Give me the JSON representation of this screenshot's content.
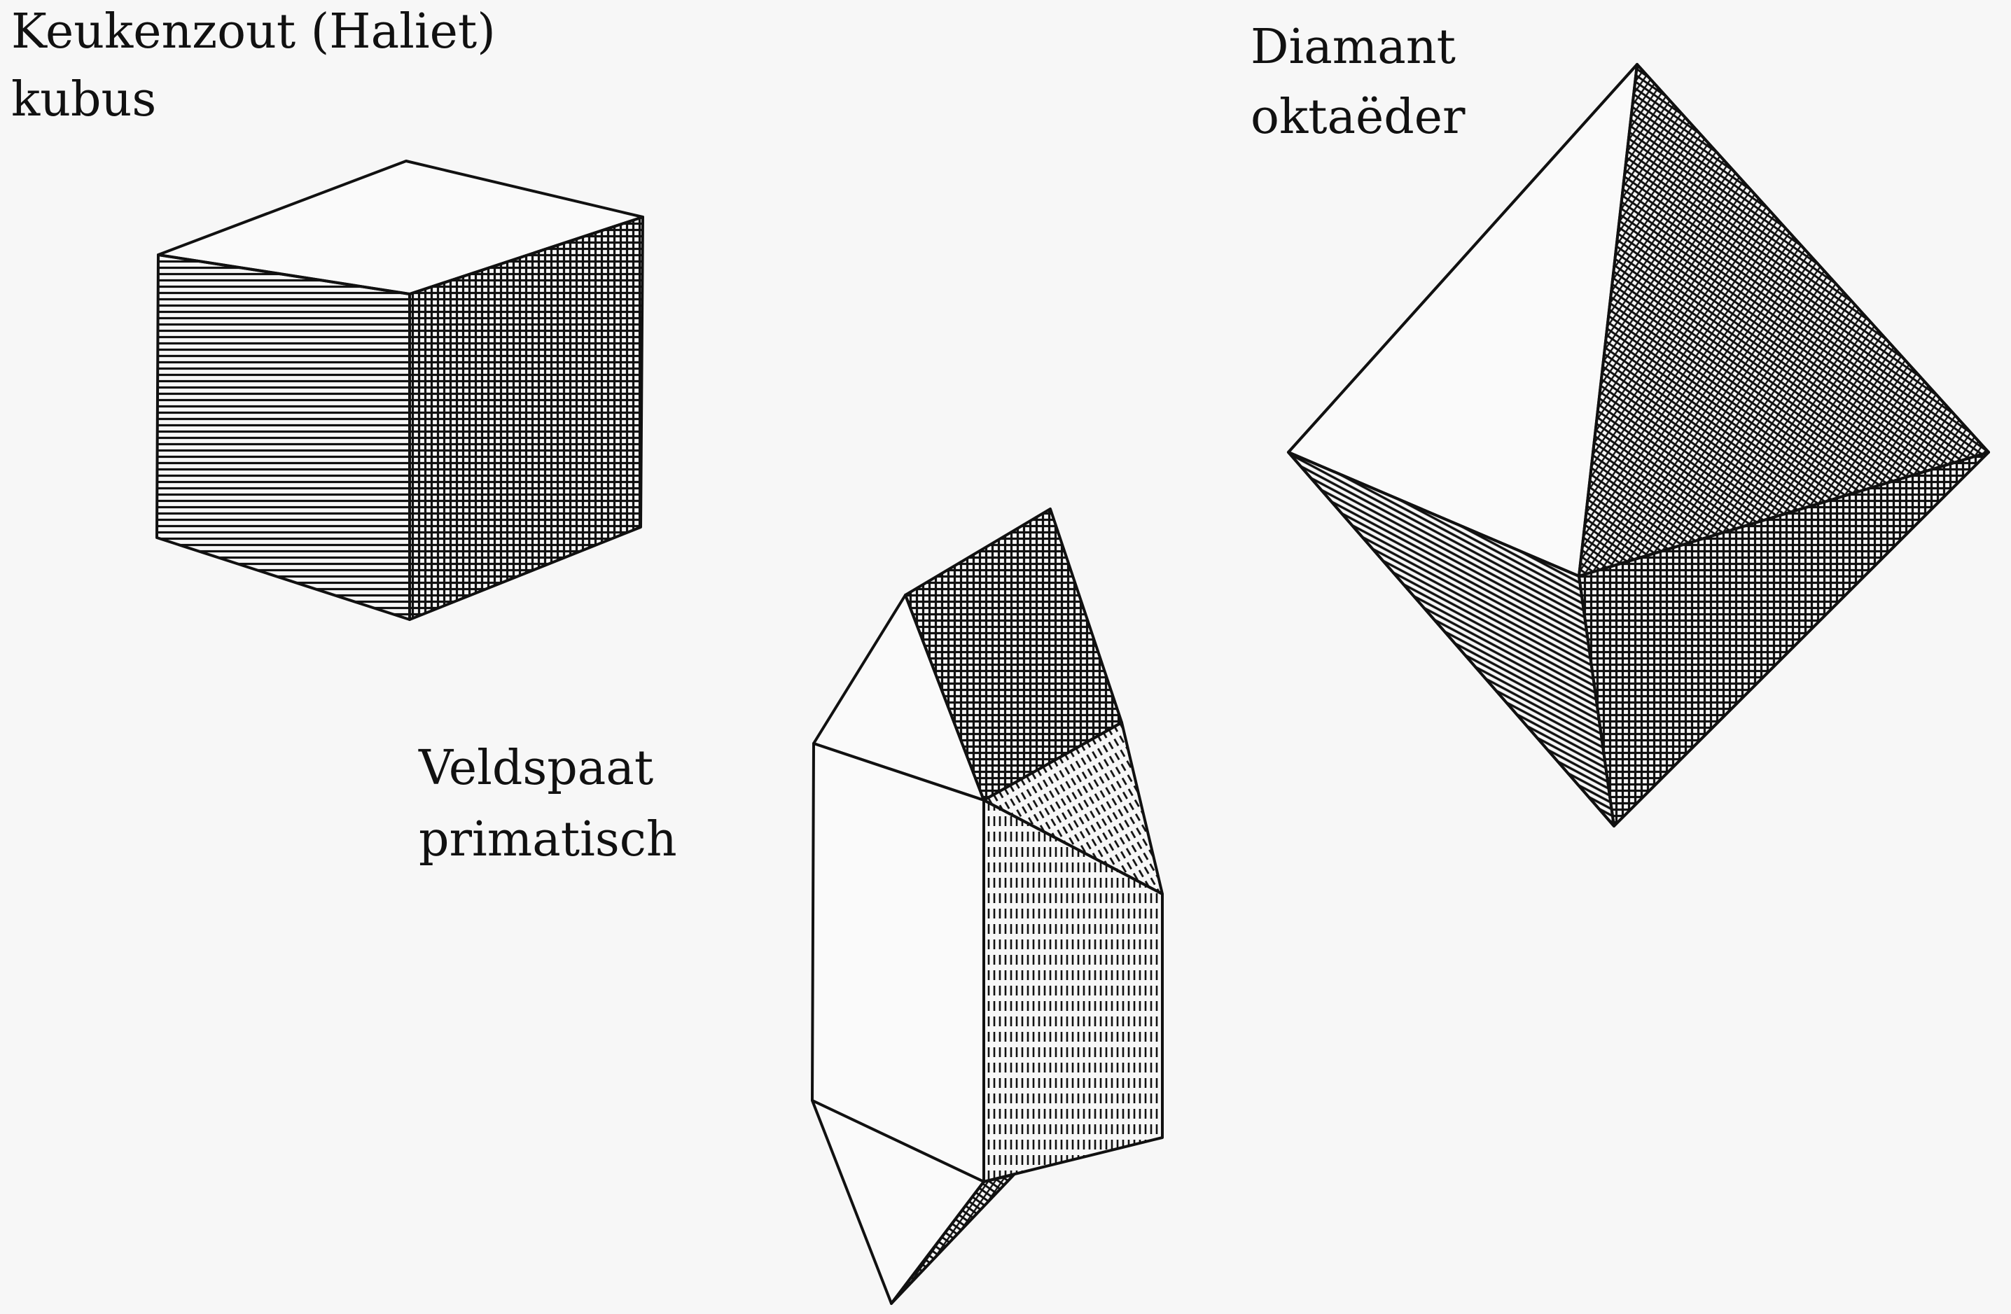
{
  "crystals": [
    {
      "id": "halite",
      "name": "Keukenzout (Haliet)",
      "shape": "kubus"
    },
    {
      "id": "feldspar",
      "name": "Veldspaat",
      "shape": "primatisch"
    },
    {
      "id": "diamond",
      "name": "Diamant",
      "shape": "oktaëder"
    }
  ],
  "colors": {
    "background": "#f7f7f7",
    "ink": "#111111",
    "paper": "#fafafa"
  }
}
